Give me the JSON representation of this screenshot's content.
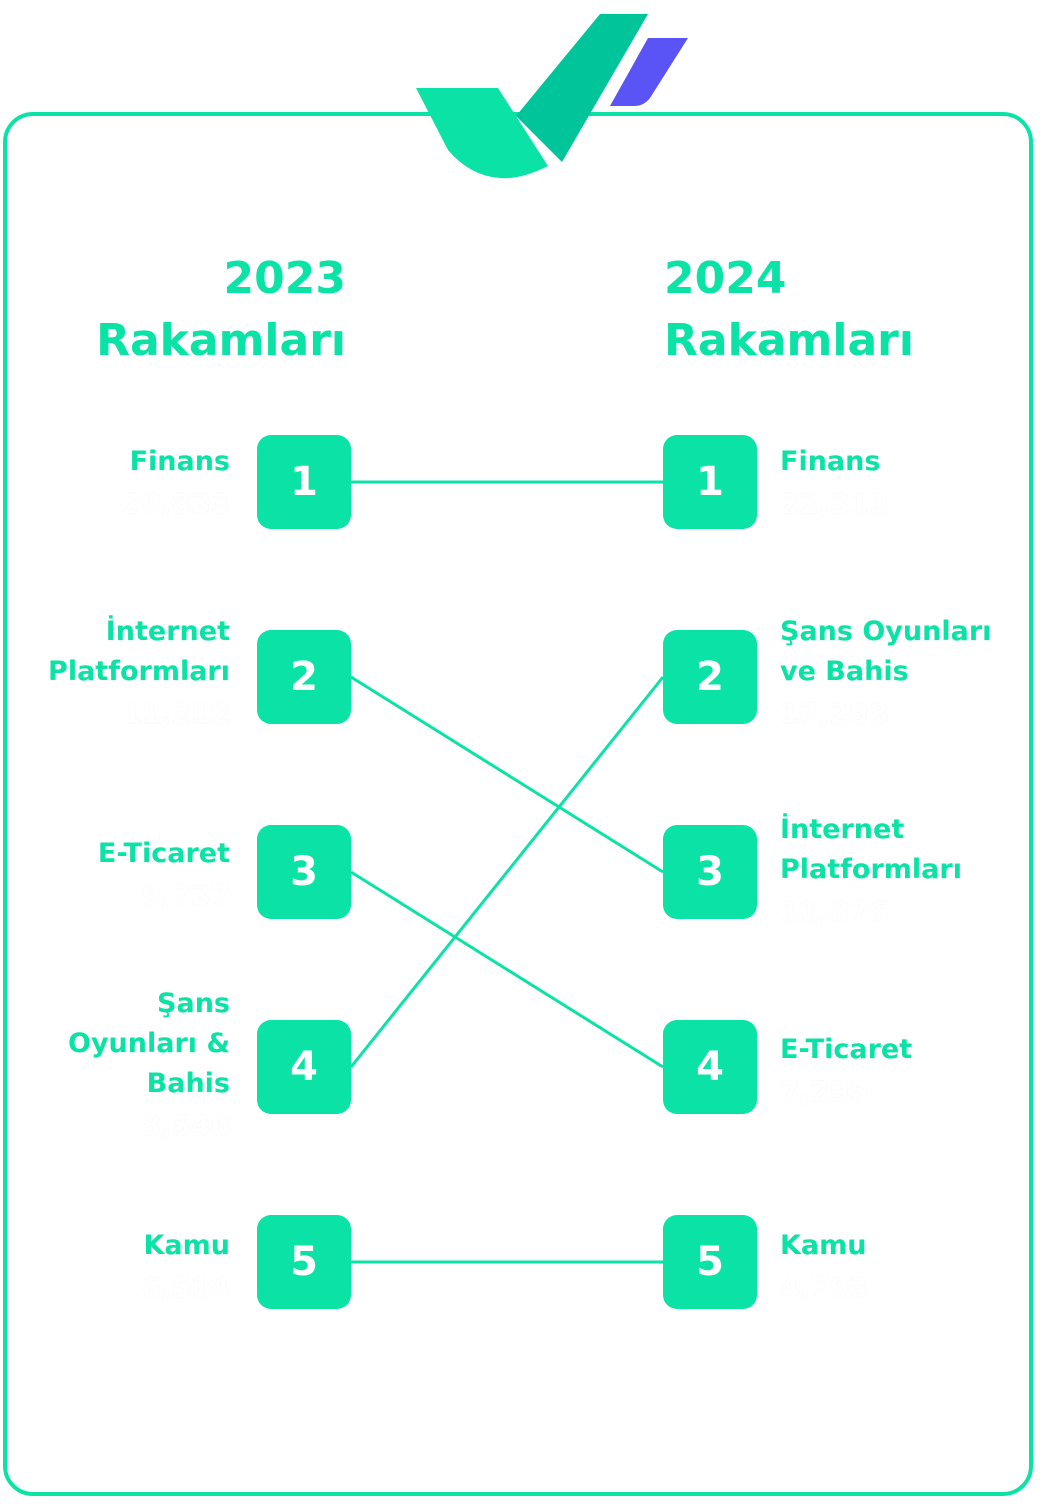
{
  "logo": {
    "colors": {
      "green": "#0be3a6",
      "teal": "#00c49a",
      "purple": "#5a53f6"
    }
  },
  "accent_color": "#0be3a6",
  "columns": [
    {
      "title_line1": "2023",
      "title_line2": "Rakamları",
      "items": [
        {
          "rank": "1",
          "name_lines": [
            "Finans"
          ],
          "value": "20,833"
        },
        {
          "rank": "2",
          "name_lines": [
            "İnternet",
            "Platformları"
          ],
          "value": "11,212"
        },
        {
          "rank": "3",
          "name_lines": [
            "E-Ticaret"
          ],
          "value": "9,737"
        },
        {
          "rank": "4",
          "name_lines": [
            "Şans",
            "Oyunları &",
            "Bahis"
          ],
          "value": "8,546"
        },
        {
          "rank": "5",
          "name_lines": [
            "Kamu"
          ],
          "value": "6,514"
        }
      ]
    },
    {
      "title_line1": "2024",
      "title_line2": "Rakamları",
      "items": [
        {
          "rank": "1",
          "name_lines": [
            "Finans"
          ],
          "value": "22,311"
        },
        {
          "rank": "2",
          "name_lines": [
            "Şans Oyunları",
            "ve Bahis"
          ],
          "value": "17,298"
        },
        {
          "rank": "3",
          "name_lines": [
            "İnternet",
            "Platformları"
          ],
          "value": "11,876"
        },
        {
          "rank": "4",
          "name_lines": [
            "E-Ticaret"
          ],
          "value": "7,295"
        },
        {
          "rank": "5",
          "name_lines": [
            "Kamu"
          ],
          "value": "4,703"
        }
      ]
    }
  ],
  "links": [
    {
      "from_rank": 1,
      "to_rank": 1
    },
    {
      "from_rank": 2,
      "to_rank": 3
    },
    {
      "from_rank": 3,
      "to_rank": 4
    },
    {
      "from_rank": 4,
      "to_rank": 2
    },
    {
      "from_rank": 5,
      "to_rank": 5
    }
  ]
}
